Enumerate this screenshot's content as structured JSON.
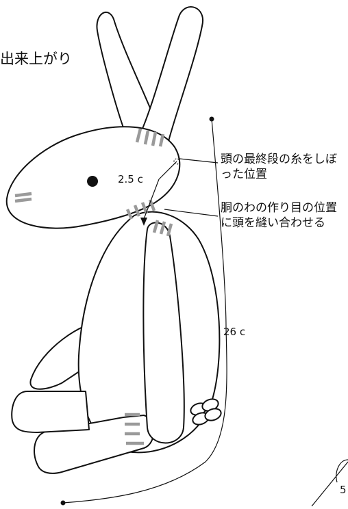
{
  "title": "出来上がり",
  "annotations": {
    "head_gather": "頭の最終段の糸をしぼった位置",
    "join_position": "胴のわの作り目の位置に頭を縫い合わせる"
  },
  "dimensions": {
    "neck_offset": "2.5 c",
    "total_height": "26 c"
  },
  "page_number": "5",
  "colors": {
    "line": "#111111",
    "stitch": "#9a9a9a",
    "background": "#ffffff"
  }
}
